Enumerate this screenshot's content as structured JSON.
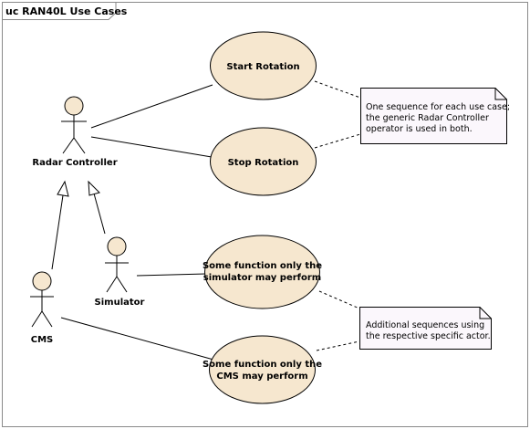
{
  "diagram": {
    "type": "uc",
    "frame_title": "uc RAN40L Use Cases",
    "colors": {
      "use_case_fill": "#F6E7CF",
      "actor_head_fill": "#F6E7CF",
      "note_fill": "#FBF7FC",
      "line": "#000000"
    },
    "actors": [
      {
        "name": "Radar Controller"
      },
      {
        "name": "Simulator"
      },
      {
        "name": "CMS"
      }
    ],
    "use_cases": [
      {
        "lines": [
          "Start Rotation"
        ]
      },
      {
        "lines": [
          "Stop Rotation"
        ]
      },
      {
        "lines": [
          "Some function only the",
          "simulator may perform"
        ]
      },
      {
        "lines": [
          "Some function only the",
          "CMS may perform"
        ]
      }
    ],
    "notes": [
      {
        "lines": [
          "One sequence for each use case;",
          "the generic Radar Controller",
          "operator is used in both."
        ]
      },
      {
        "lines": [
          "Additional sequences using",
          "the respective specific actor."
        ]
      }
    ]
  }
}
